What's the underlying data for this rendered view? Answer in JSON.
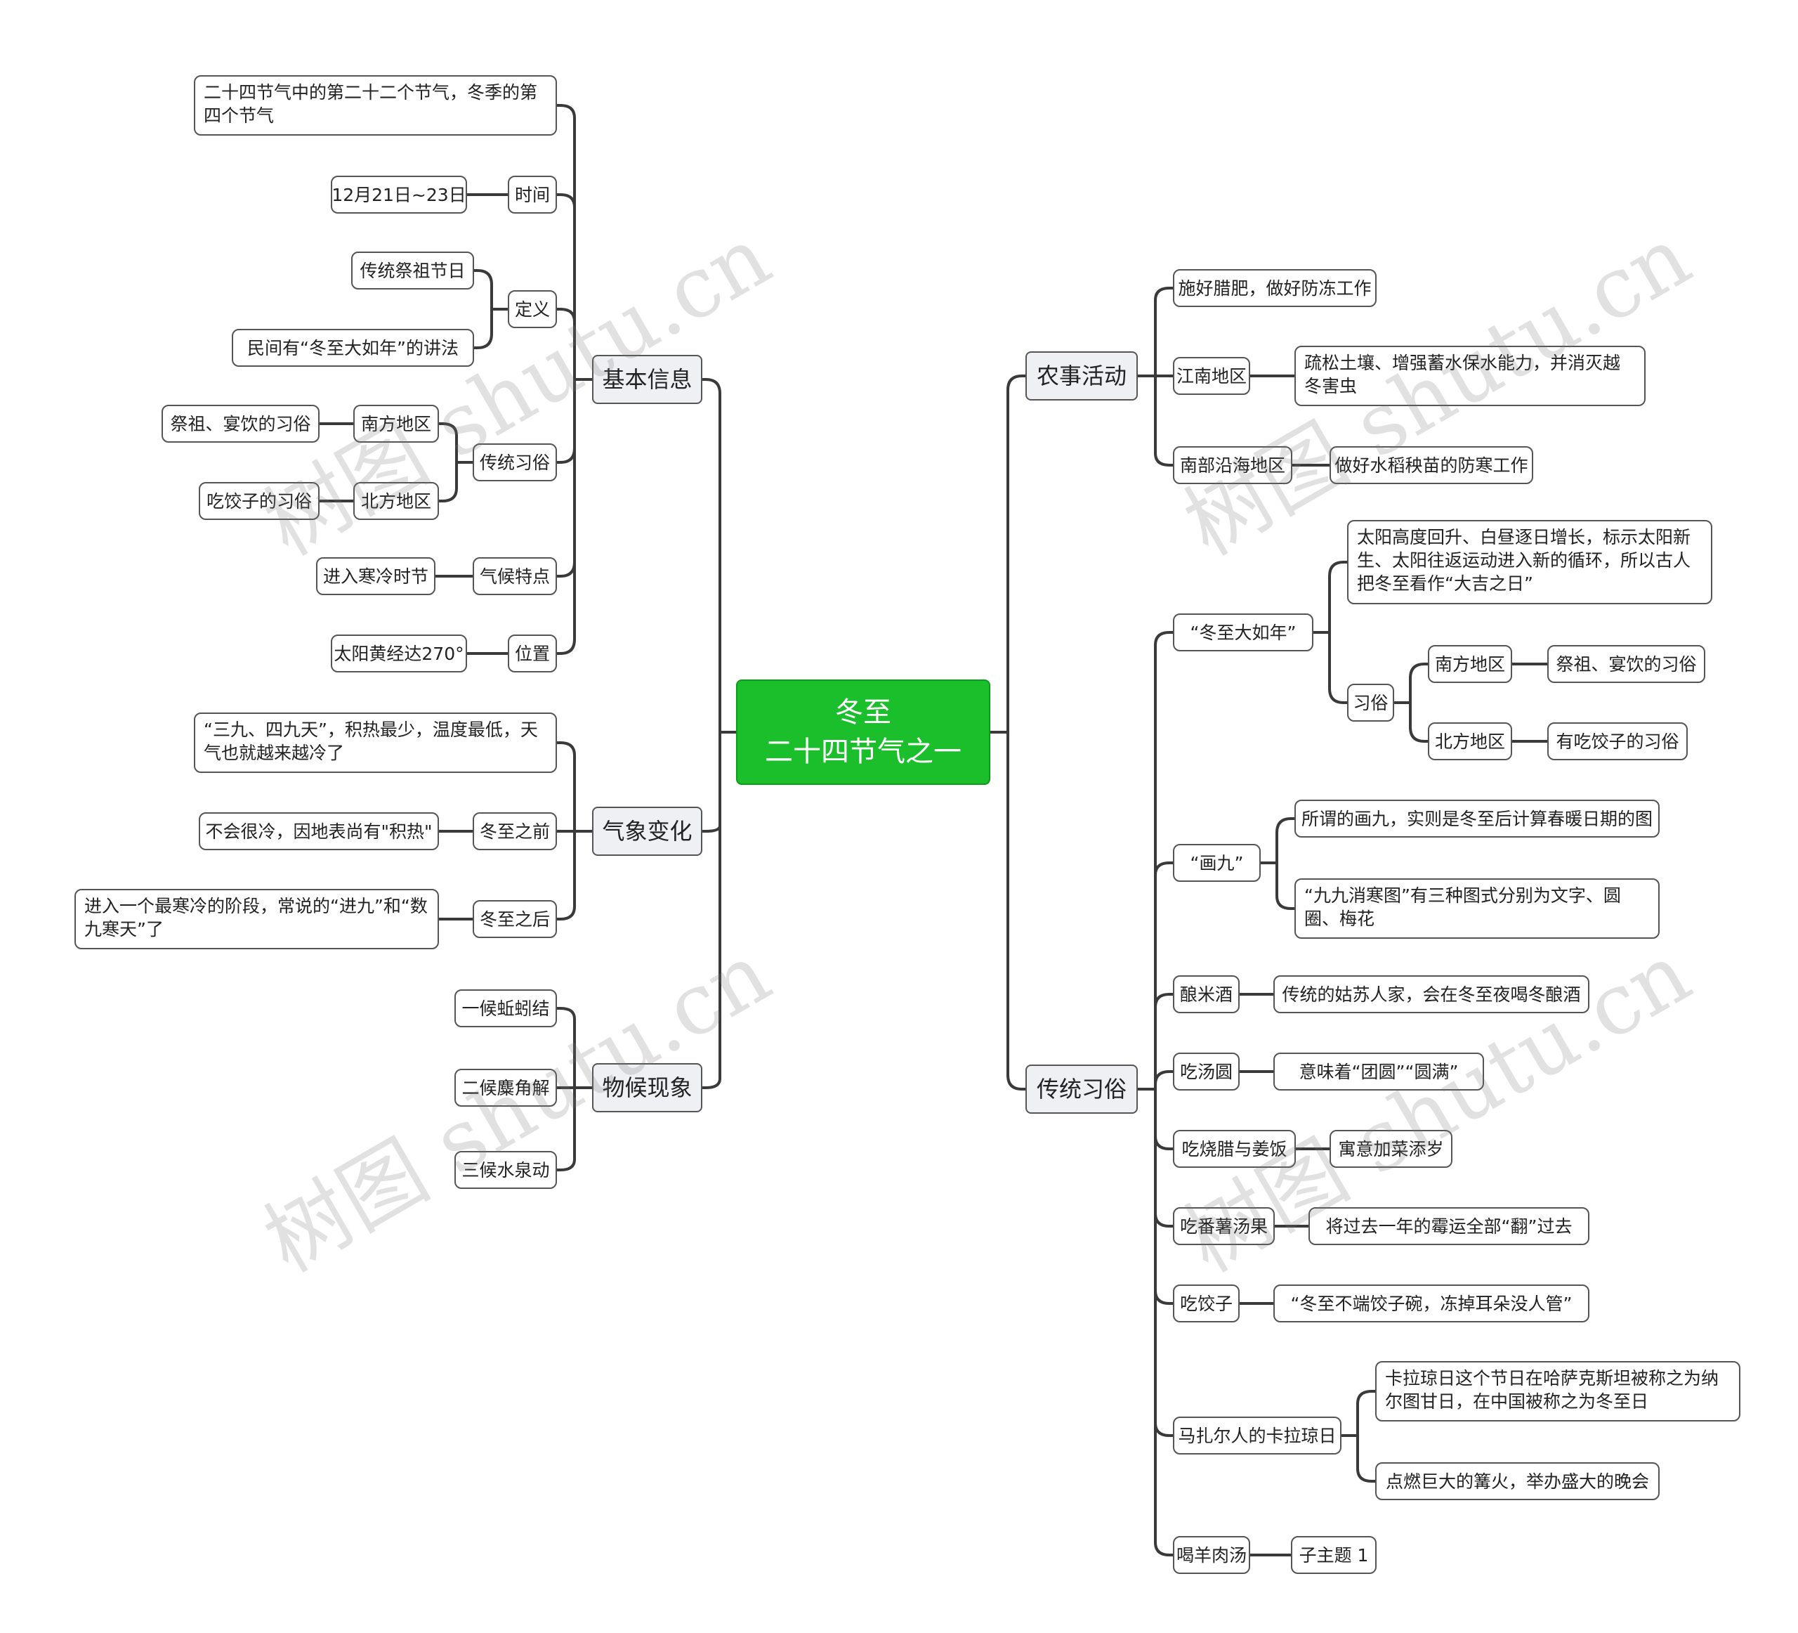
{
  "root": {
    "line1": "冬至",
    "line2": "二十四节气之一"
  },
  "left": {
    "basic": {
      "label": "基本信息",
      "intro": "二十四节气中的第二十二个节气，冬季的第四个节气",
      "time": {
        "label": "时间",
        "value": "12月21日~23日"
      },
      "definition": {
        "label": "定义",
        "items": [
          "传统祭祖节日",
          "民间有“冬至大如年”的讲法"
        ]
      },
      "customs": {
        "label": "传统习俗",
        "south": {
          "label": "南方地区",
          "value": "祭祖、宴饮的习俗"
        },
        "north": {
          "label": "北方地区",
          "value": "吃饺子的习俗"
        }
      },
      "climate": {
        "label": "气候特点",
        "value": "进入寒冷时节"
      },
      "position": {
        "label": "位置",
        "value": "太阳黄经达270°"
      }
    },
    "weather": {
      "label": "气象变化",
      "note": "“三九、四九天”，积热最少，温度最低，天气也就越来越冷了",
      "before": {
        "label": "冬至之前",
        "value": "不会很冷，因地表尚有\"积热\""
      },
      "after": {
        "label": "冬至之后",
        "value": "进入一个最寒冷的阶段，常说的“进九”和“数九寒天”了"
      }
    },
    "phenology": {
      "label": "物候现象",
      "items": [
        "一候蚯蚓结",
        "二候麋角解",
        "三候水泉动"
      ]
    }
  },
  "right": {
    "farm": {
      "label": "农事活动",
      "item1": "施好腊肥，做好防冻工作",
      "jiangnan": {
        "label": "江南地区",
        "value": "疏松土壤、增强蓄水保水能力，并消灭越冬害虫"
      },
      "coast": {
        "label": "南部沿海地区",
        "value": "做好水稻秧苗的防寒工作"
      }
    },
    "customs": {
      "label": "传统习俗",
      "bignewyear": {
        "label": "“冬至大如年”",
        "desc": "太阳高度回升、白昼逐日增长，标示太阳新生、太阳往返运动进入新的循环，所以古人把冬至看作“大吉之日”",
        "custom": {
          "label": "习俗",
          "south": {
            "label": "南方地区",
            "value": "祭祖、宴饮的习俗"
          },
          "north": {
            "label": "北方地区",
            "value": "有吃饺子的习俗"
          }
        }
      },
      "huajiu": {
        "label": "“画九”",
        "items": [
          "所谓的画九，实则是冬至后计算春暖日期的图",
          "“九九消寒图”有三种图式分别为文字、圆圈、梅花"
        ]
      },
      "ricewine": {
        "label": "酿米酒",
        "value": "传统的姑苏人家，会在冬至夜喝冬酿酒"
      },
      "tangyuan": {
        "label": "吃汤圆",
        "value": "意味着“团圆”“圆满”"
      },
      "shaola": {
        "label": "吃烧腊与姜饭",
        "value": "寓意加菜添岁"
      },
      "potato": {
        "label": "吃番薯汤果",
        "value": "将过去一年的霉运全部“翻”过去"
      },
      "dumplings": {
        "label": "吃饺子",
        "value": "“冬至不端饺子碗，冻掉耳朵没人管”"
      },
      "karajun": {
        "label": "马扎尔人的卡拉琼日",
        "items": [
          "卡拉琼日这个节日在哈萨克斯坦被称之为纳尔图甘日，在中国被称之为冬至日",
          "点燃巨大的篝火，举办盛大的晚会"
        ]
      },
      "mutton": {
        "label": "喝羊肉汤",
        "value": "子主题 1"
      }
    }
  },
  "watermark": "树图 shutu.cn"
}
